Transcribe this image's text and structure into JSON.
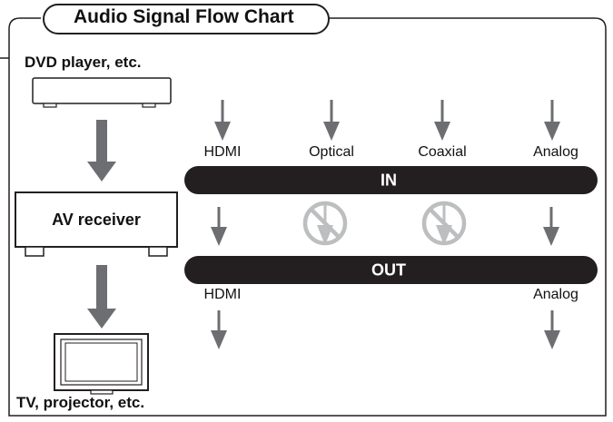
{
  "title": "Audio Signal Flow Chart",
  "devices": {
    "source": "DVD player, etc.",
    "receiver": "AV receiver",
    "display": "TV, projector, etc."
  },
  "inputs": [
    "HDMI",
    "Optical",
    "Coaxial",
    "Analog"
  ],
  "in_bar": "IN",
  "out_bar": "OUT",
  "outputs": [
    "HDMI",
    "Analog"
  ],
  "colors": {
    "bar": "#231f20",
    "arrow": "#6d6e71",
    "blocked": "#bcbec0",
    "frame": "#231f20"
  },
  "icons": [
    "dvd-player-icon",
    "av-receiver-icon",
    "tv-icon",
    "prohibited-icon"
  ]
}
